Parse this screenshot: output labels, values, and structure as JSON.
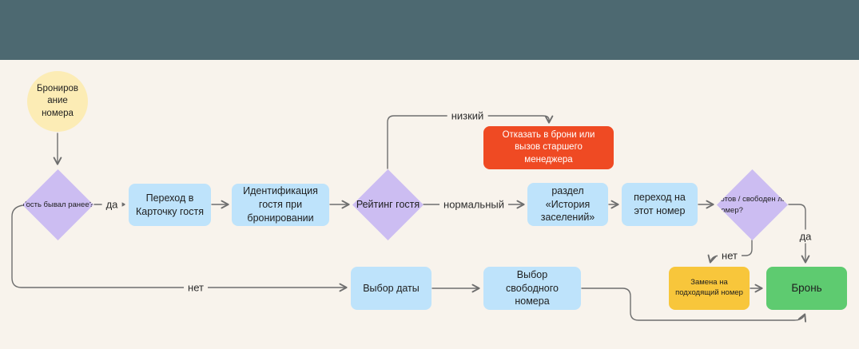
{
  "colors": {
    "background": "#f8f3ec",
    "header_bar": "#4d6971",
    "process_blue": "#bee3fb",
    "decision_purple": "#ccbdf2",
    "start_yellow": "#fcecb5",
    "alert_red": "#ef4a23",
    "warning_amber": "#f8c63b",
    "success_green": "#5ecb70",
    "edge_gray": "#6e6e6e"
  },
  "nodes": {
    "start": {
      "type": "start-circle",
      "label": "Бронирование номера"
    },
    "guest_visited_before": {
      "type": "decision",
      "label": "Гость бывал ранее?"
    },
    "open_guest_card": {
      "type": "process",
      "label": "Переход в Карточку гостя"
    },
    "guest_identification": {
      "type": "process",
      "label": "Идентификация гостя при бронировании"
    },
    "guest_rating": {
      "type": "decision",
      "label": "Рейтинг гостя"
    },
    "refuse_booking": {
      "type": "alert",
      "label": "Отказать в брони или вызов старшего менеджера"
    },
    "stay_history_section": {
      "type": "process",
      "label": "раздел «История заселений»"
    },
    "go_to_room": {
      "type": "process",
      "label": "переход на этот номер"
    },
    "room_ready": {
      "type": "decision",
      "label": "Готов / свободен ли номер?"
    },
    "replace_room": {
      "type": "warning",
      "label": "Замена на подходящий номер"
    },
    "booking": {
      "type": "end",
      "label": "Бронь"
    },
    "choose_date": {
      "type": "process",
      "label": "Выбор даты"
    },
    "choose_free_room": {
      "type": "process",
      "label": "Выбор свободного номера"
    }
  },
  "edge_labels": {
    "guest_yes": "да",
    "guest_no": "нет",
    "rating_low": "низкий",
    "rating_normal": "нормальный",
    "room_no": "нет",
    "room_yes": "да"
  }
}
